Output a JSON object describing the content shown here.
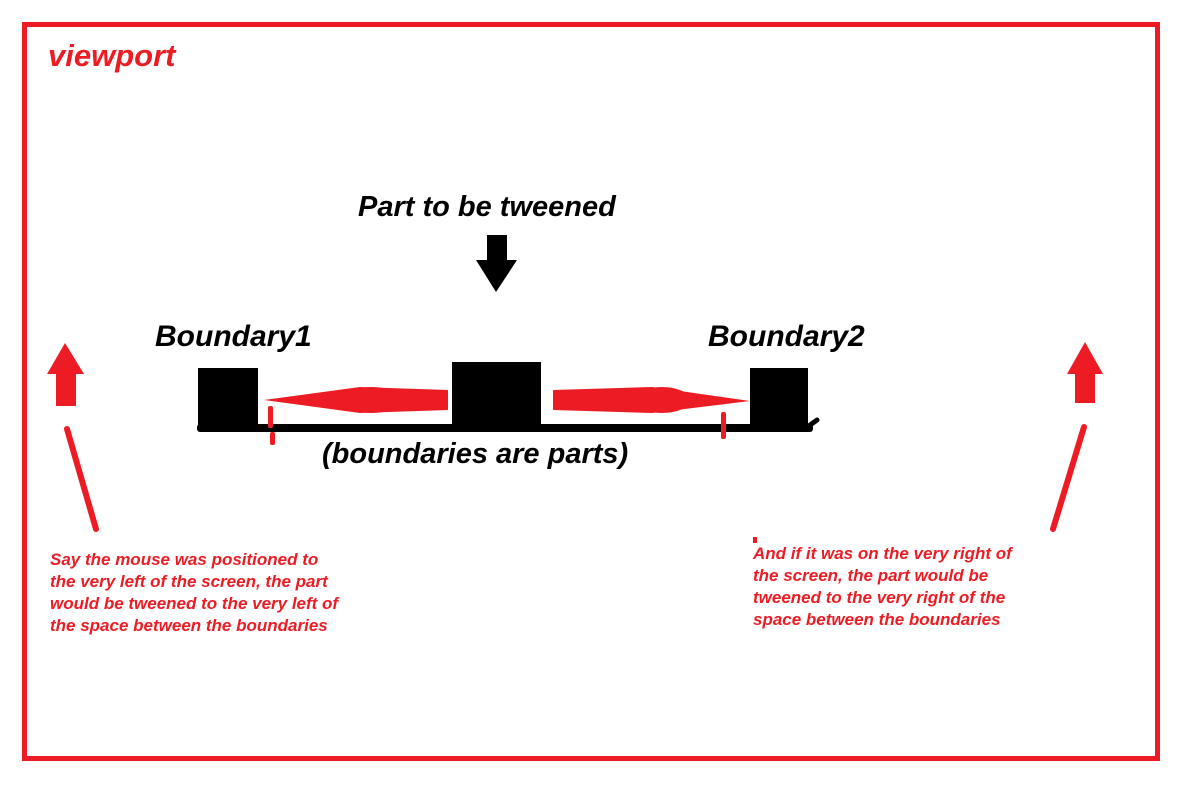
{
  "colors": {
    "red": "#ed1c24",
    "black": "#000000",
    "background": "#ffffff"
  },
  "labels": {
    "viewport": "viewport",
    "part": "Part to be tweened",
    "boundary1": "Boundary1",
    "boundary2": "Boundary2",
    "boundaries_note": "(boundaries are parts)"
  },
  "notes": {
    "left": {
      "lines": [
        "Say the mouse was positioned to",
        "the very left of the screen, the part",
        "would be tweened to the very left of",
        "the space between the boundaries"
      ]
    },
    "right": {
      "lines": [
        "And if it was on the very right of",
        "the screen, the part would be",
        "tweened to the very right of the",
        "space between the boundaries"
      ]
    }
  },
  "icons": {
    "down_arrow": "down-arrow-icon",
    "left_arrow": "left-arrow-icon",
    "right_arrow": "right-arrow-icon",
    "up_arrow_left": "up-arrow-icon",
    "up_arrow_right": "up-arrow-icon"
  }
}
